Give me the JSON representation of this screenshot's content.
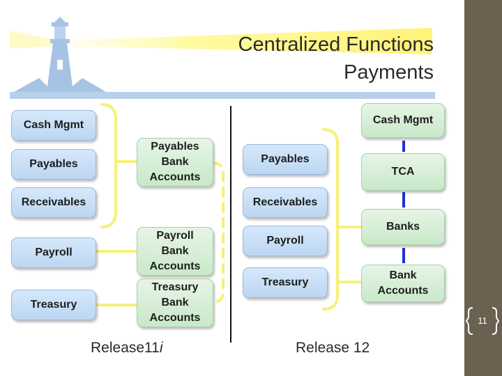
{
  "slide": {
    "title_line1": "Centralized Functions",
    "title_line2": "Payments",
    "page_number": "11"
  },
  "release11i": {
    "label_main": "Release11",
    "label_suffix": "i",
    "modules": [
      "Cash Mgmt",
      "Payables",
      "Receivables",
      "Payroll",
      "Treasury"
    ],
    "accounts": {
      "payables": [
        "Payables",
        "Bank",
        "Accounts"
      ],
      "payroll": [
        "Payroll",
        "Bank",
        "Accounts"
      ],
      "treasury": [
        "Treasury",
        "Bank",
        "Accounts"
      ]
    }
  },
  "release12": {
    "label": "Release 12",
    "modules": [
      "Payables",
      "Receivables",
      "Payroll",
      "Treasury"
    ],
    "stack": [
      "Cash Mgmt",
      "TCA",
      "Banks"
    ],
    "bank_accounts": [
      "Bank",
      "Accounts"
    ]
  },
  "colors": {
    "module_fill": "#cfe2f7",
    "account_fill": "#d9efd9",
    "connector": "#f7f07a",
    "link_blue": "#1f2fd0",
    "sidebar": "#6b6150"
  },
  "icons": [
    "lighthouse-icon"
  ]
}
